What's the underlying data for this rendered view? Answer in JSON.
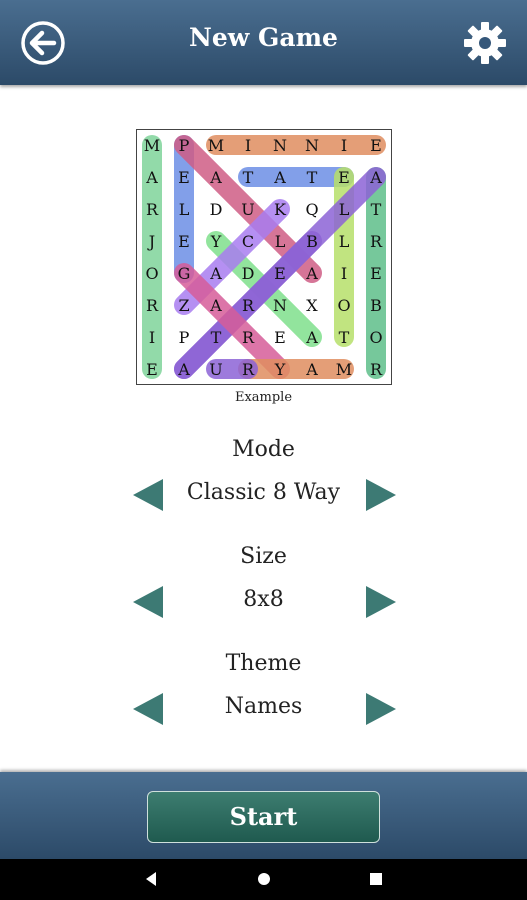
{
  "header": {
    "title": "New Game"
  },
  "puzzle": {
    "caption": "Example",
    "grid": [
      [
        "M",
        "P",
        "M",
        "I",
        "N",
        "N",
        "I",
        "E"
      ],
      [
        "A",
        "E",
        "A",
        "T",
        "A",
        "T",
        "E",
        "A"
      ],
      [
        "R",
        "L",
        "D",
        "U",
        "K",
        "Q",
        "L",
        "T"
      ],
      [
        "J",
        "E",
        "Y",
        "C",
        "L",
        "B",
        "L",
        "R"
      ],
      [
        "O",
        "G",
        "A",
        "D",
        "E",
        "A",
        "I",
        "E"
      ],
      [
        "R",
        "Z",
        "A",
        "R",
        "N",
        "X",
        "O",
        "B"
      ],
      [
        "I",
        "P",
        "T",
        "R",
        "E",
        "A",
        "T",
        "O"
      ],
      [
        "E",
        "A",
        "U",
        "R",
        "Y",
        "A",
        "M",
        "R"
      ]
    ],
    "highlights": [
      {
        "from": [
          0,
          0
        ],
        "to": [
          7,
          0
        ],
        "color": "#7fd49b"
      },
      {
        "from": [
          0,
          1
        ],
        "to": [
          4,
          1
        ],
        "color": "#6d8fe6"
      },
      {
        "from": [
          0,
          2
        ],
        "to": [
          0,
          7
        ],
        "color": "#e08e60"
      },
      {
        "from": [
          1,
          3
        ],
        "to": [
          1,
          6
        ],
        "color": "#6d8fe6"
      },
      {
        "from": [
          1,
          6
        ],
        "to": [
          6,
          6
        ],
        "color": "#b7e06a"
      },
      {
        "from": [
          1,
          7
        ],
        "to": [
          7,
          7
        ],
        "color": "#5fbf8a"
      },
      {
        "from": [
          0,
          1
        ],
        "to": [
          4,
          5
        ],
        "color": "#cf5d86"
      },
      {
        "from": [
          3,
          2
        ],
        "to": [
          6,
          5
        ],
        "color": "#7fe08c"
      },
      {
        "from": [
          2,
          4
        ],
        "to": [
          5,
          1
        ],
        "color": "#a97df0"
      },
      {
        "from": [
          1,
          7
        ],
        "to": [
          7,
          1
        ],
        "color": "#8d63d6"
      },
      {
        "from": [
          3,
          5
        ],
        "to": [
          7,
          1
        ],
        "color": "#8d63d6"
      },
      {
        "from": [
          4,
          1
        ],
        "to": [
          7,
          4
        ],
        "color": "#d65d9a"
      },
      {
        "from": [
          7,
          3
        ],
        "to": [
          7,
          6
        ],
        "color": "#e08e60"
      },
      {
        "from": [
          7,
          2
        ],
        "to": [
          7,
          3
        ],
        "color": "#8d63d6"
      }
    ]
  },
  "settings": {
    "mode": {
      "label": "Mode",
      "value": "Classic 8 Way"
    },
    "size": {
      "label": "Size",
      "value": "8x8"
    },
    "theme": {
      "label": "Theme",
      "value": "Names"
    }
  },
  "start_label": "Start",
  "colors": {
    "bar": "#35577a",
    "arrow": "#3d7a74",
    "start": "#2e6b60"
  },
  "icons": {
    "back": "back-arrow-icon",
    "settings": "gear-icon"
  }
}
